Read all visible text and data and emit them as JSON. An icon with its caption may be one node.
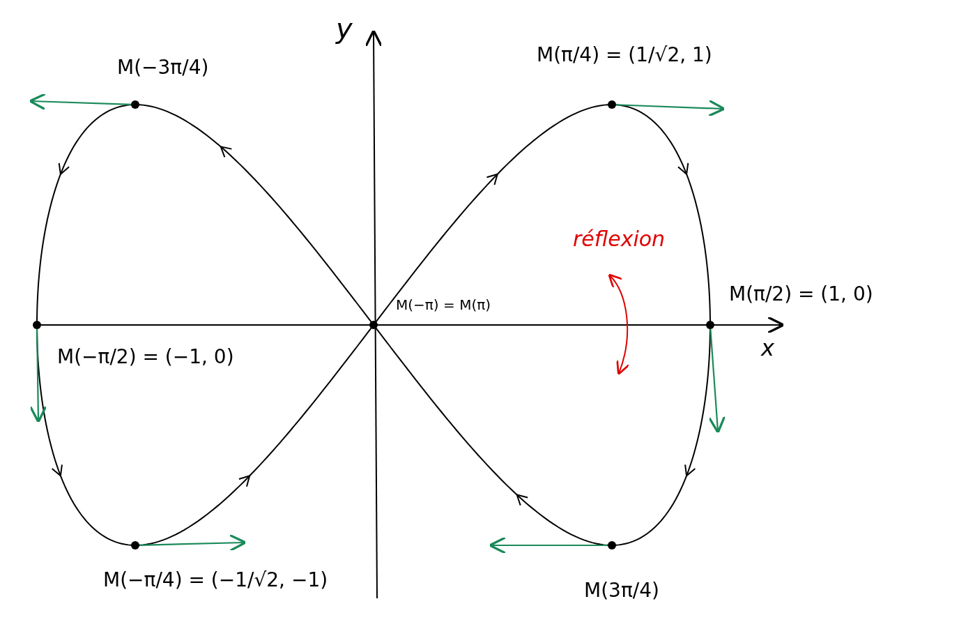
{
  "diagram": {
    "nodes": [
      {
        "text": [],
        "shape": "circle",
        "beside": [
          "M(−3π/4)"
        ]
      },
      {
        "text": [],
        "shape": "circle",
        "beside": [
          "M(π/4) = (1/√2, 1)"
        ]
      },
      {
        "text": [],
        "shape": "circle",
        "beside": [
          "M(−π/2) = (−1, 0)"
        ]
      },
      {
        "text": [],
        "shape": "circle",
        "beside": [
          "M(−π) = M(π)"
        ]
      },
      {
        "text": [],
        "shape": "circle",
        "beside": [
          "M(π/2) = (1, 0)"
        ]
      },
      {
        "text": [],
        "shape": "circle",
        "beside": [
          "M(−π/4) = (−1/√2, −1)"
        ]
      },
      {
        "text": [],
        "shape": "circle",
        "beside": [
          "M(3π/4)"
        ]
      }
    ],
    "edges": [
      {
        "from": 0,
        "to": null,
        "arrow": "to"
      },
      {
        "from": 1,
        "to": null,
        "arrow": "to"
      },
      {
        "from": 2,
        "to": null,
        "arrow": "to"
      },
      {
        "from": 4,
        "to": null,
        "arrow": "to"
      },
      {
        "from": 5,
        "to": null,
        "arrow": "to"
      },
      {
        "from": 6,
        "to": null,
        "arrow": "to"
      }
    ],
    "labels": [
      "y",
      "réflexion",
      "x"
    ]
  }
}
